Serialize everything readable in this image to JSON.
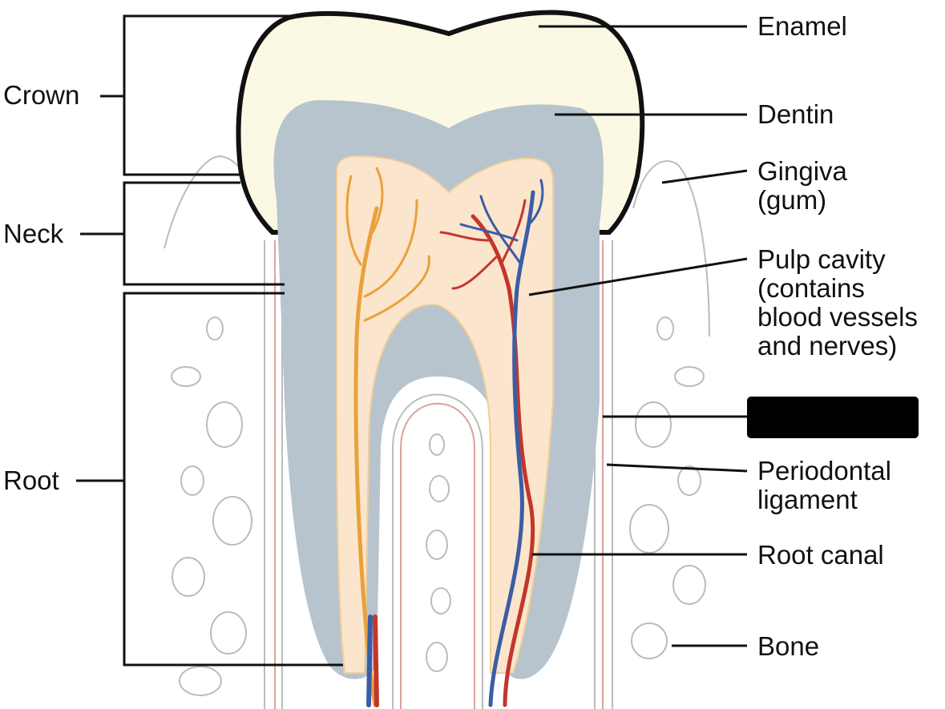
{
  "labels": {
    "crown": "Crown",
    "neck": "Neck",
    "root": "Root",
    "enamel": "Enamel",
    "dentin": "Dentin",
    "gingiva": "Gingiva\n(gum)",
    "pulp_cavity": "Pulp cavity\n(contains\nblood vessels\nand nerves)",
    "periodontal_ligament": "Periodontal\nligament",
    "root_canal": "Root canal",
    "bone": "Bone"
  },
  "colors": {
    "enamel": "#fbf8e4",
    "dentin": "#b7c4cd",
    "pulp": "#fbe5cc",
    "artery": "#c2362a",
    "vein": "#3a5da6",
    "nerve": "#e9a13a",
    "outline": "#111111",
    "bone_line": "#bcbcbc",
    "ligament": "#d9a49a"
  }
}
